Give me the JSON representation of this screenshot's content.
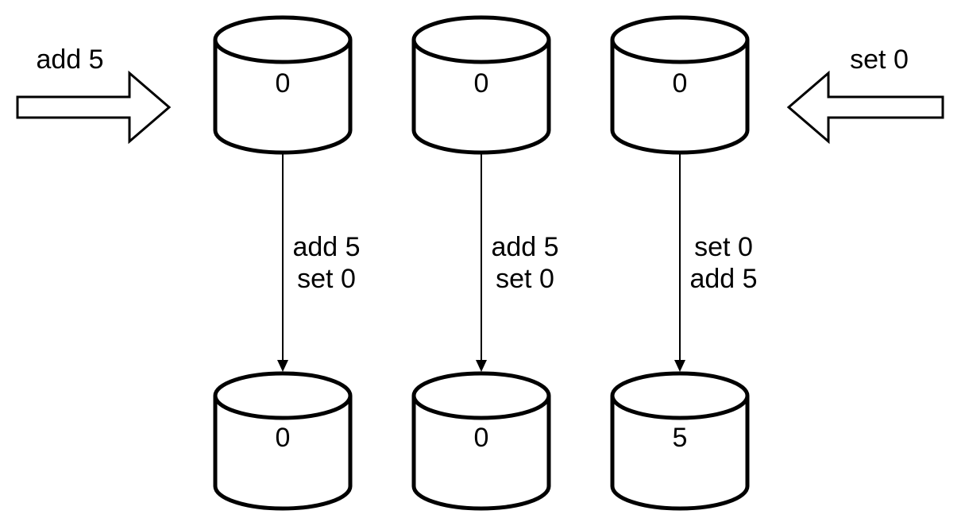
{
  "diagram": {
    "type": "replica-state-diagram",
    "colors": {
      "stroke": "#000000",
      "fill": "#ffffff",
      "background": "#ffffff"
    },
    "inflow": {
      "label": "add 5",
      "direction": "right"
    },
    "outflow": {
      "label": "set 0",
      "direction": "left"
    },
    "replicas": [
      {
        "initial_value": "0",
        "final_value": "0",
        "ops": [
          "add 5",
          "set 0"
        ]
      },
      {
        "initial_value": "0",
        "final_value": "0",
        "ops": [
          "add 5",
          "set 0"
        ]
      },
      {
        "initial_value": "0",
        "final_value": "5",
        "ops": [
          "set 0",
          "add 5"
        ]
      }
    ]
  }
}
